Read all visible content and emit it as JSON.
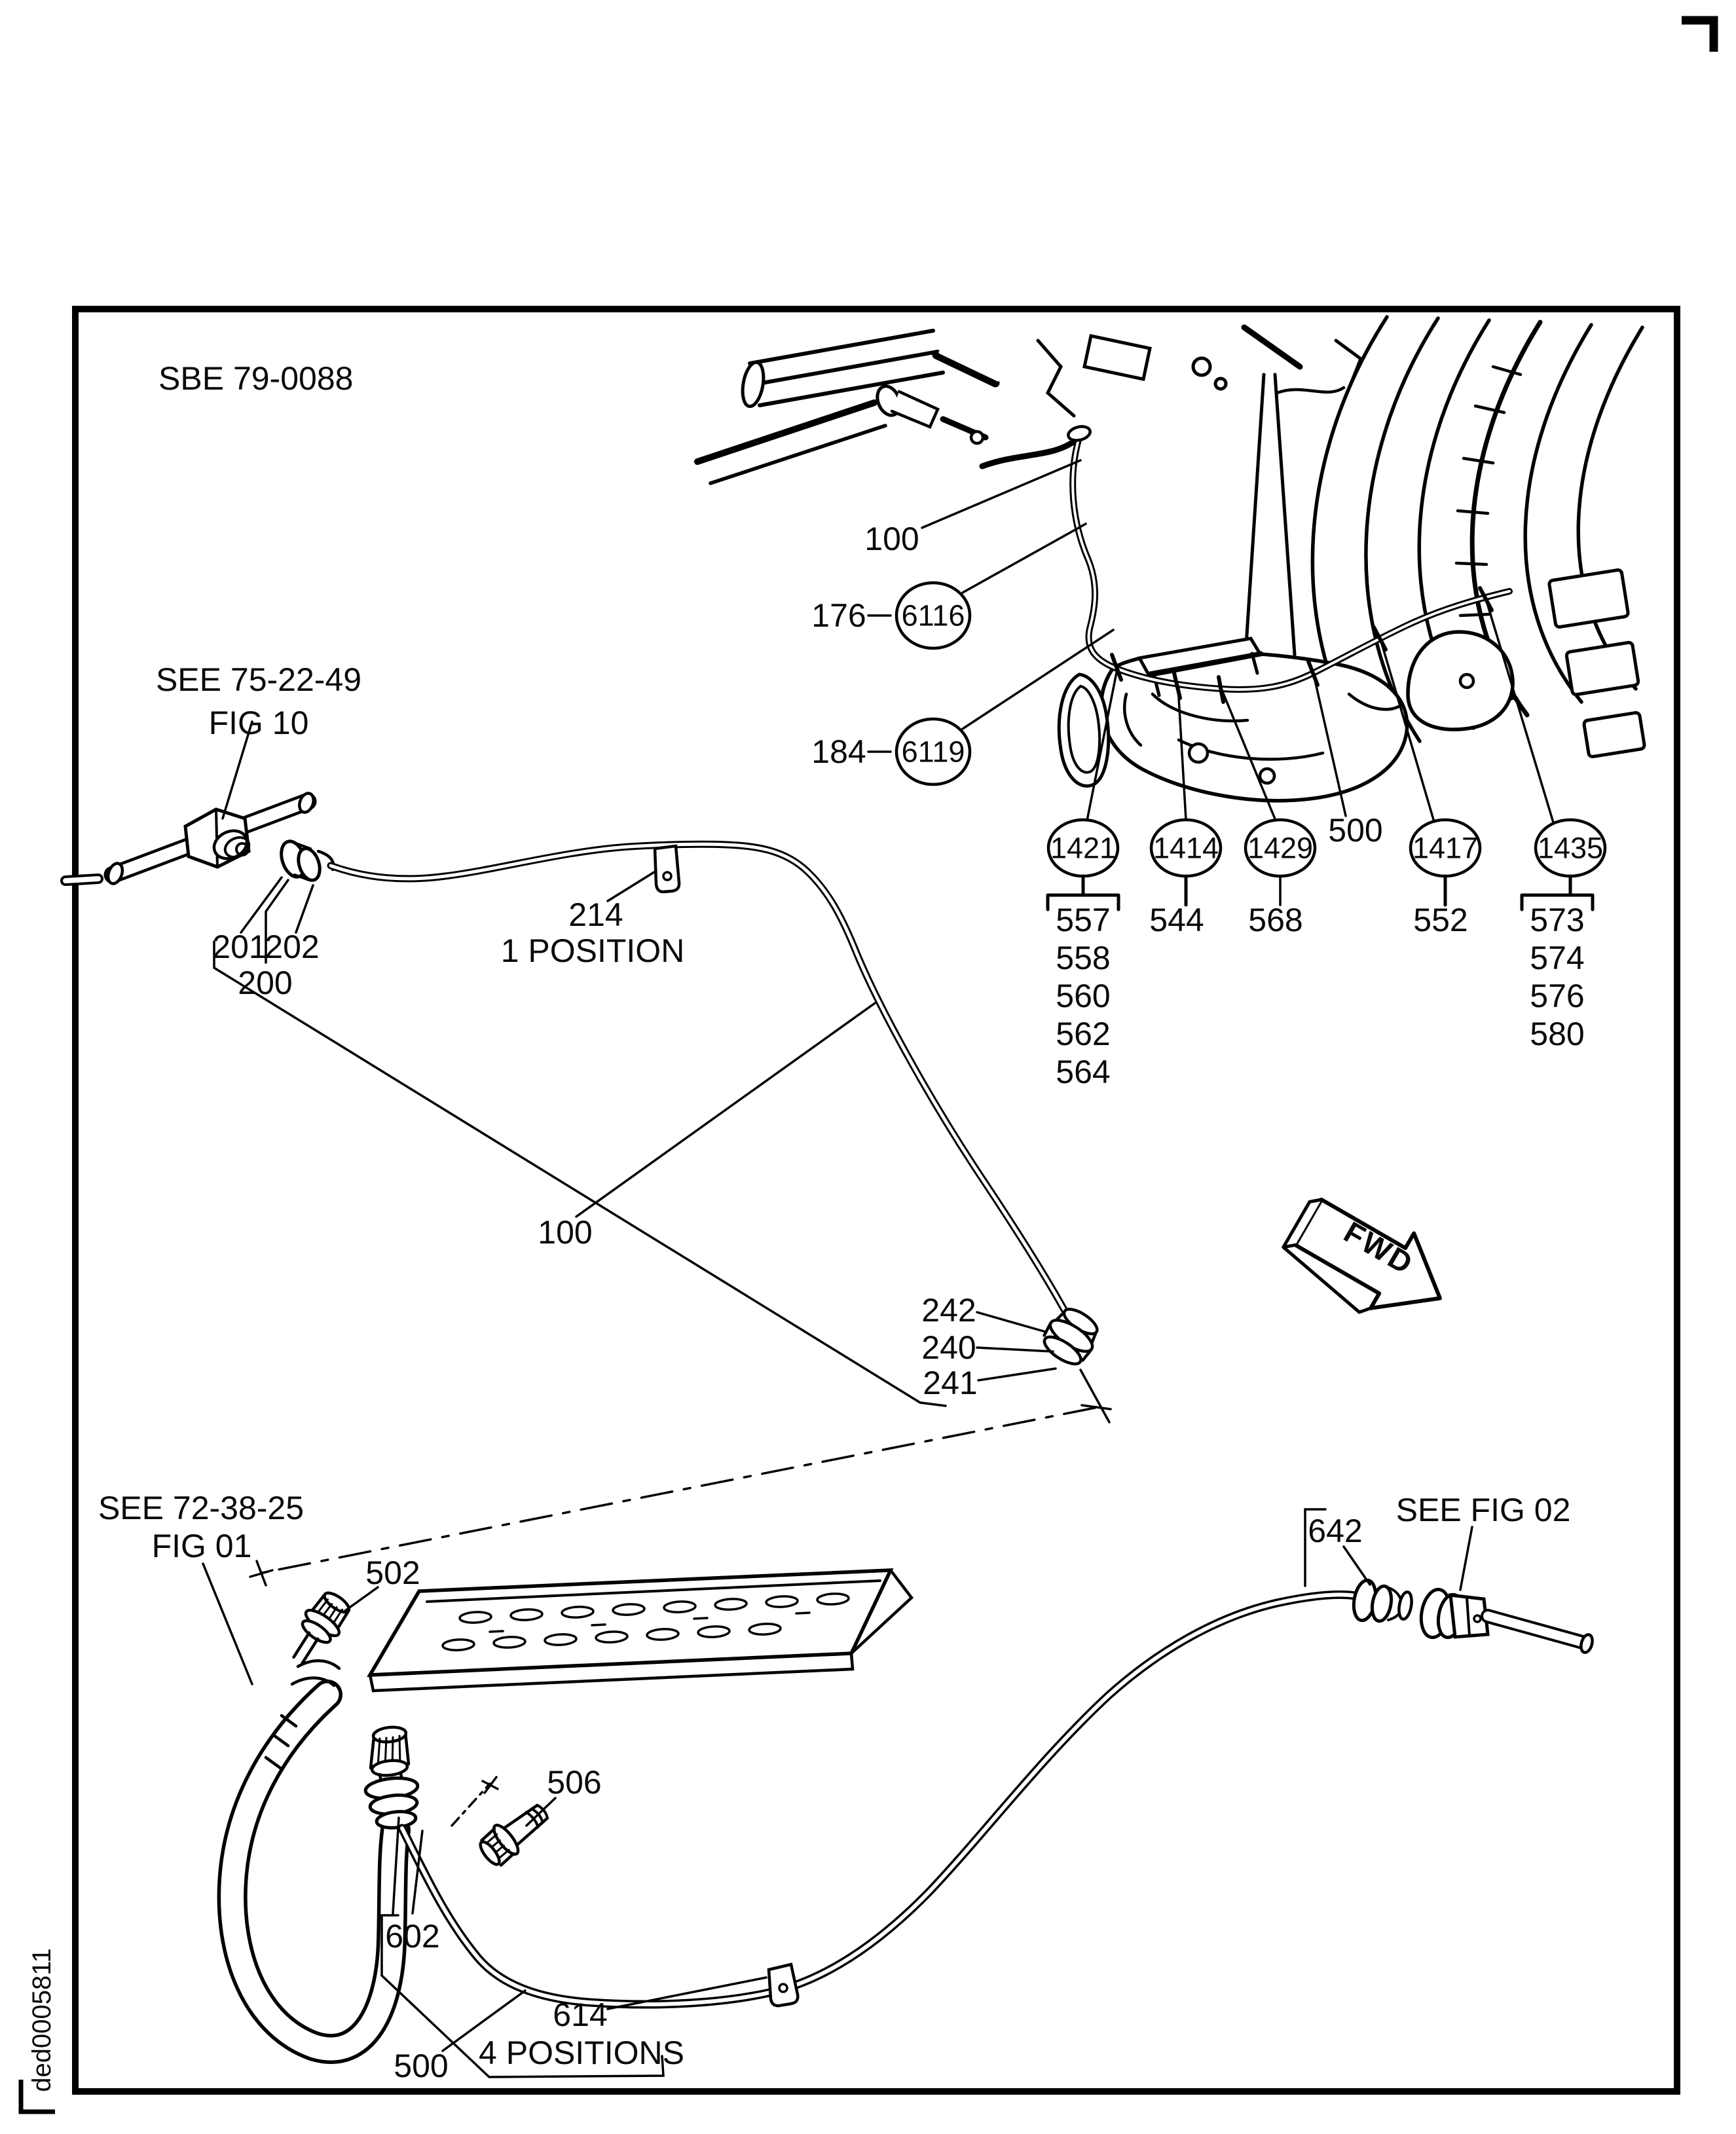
{
  "frame": {
    "drawing_code": "SBE 79-0088",
    "doc_code": "ded0005811"
  },
  "fwd_arrow": {
    "label": "FWD"
  },
  "refs": {
    "fig10": {
      "line1": "SEE 75-22-49",
      "line2": "FIG 10"
    },
    "fig01": {
      "line1": "SEE 72-38-25",
      "line2": "FIG 01"
    },
    "fig02": {
      "line1": "SEE FIG 02"
    }
  },
  "tube_upper": {
    "id_top": "100",
    "id_mid": "100",
    "fitting": {
      "i201": "201",
      "i202": "202",
      "i200": "200"
    },
    "clamp": {
      "id": "214",
      "note": "1 POSITION"
    },
    "end_fitting": {
      "i242": "242",
      "i240": "240",
      "i241": "241"
    }
  },
  "engine_callouts": {
    "i176": "176",
    "c6116": "6116",
    "i184": "184",
    "c6119": "6119",
    "harness_id": "500",
    "groups": [
      {
        "circle": "1421",
        "parts": [
          "557",
          "558",
          "560",
          "562",
          "564"
        ]
      },
      {
        "circle": "1414",
        "parts": [
          "544"
        ]
      },
      {
        "circle": "1429",
        "parts": [
          "568"
        ]
      },
      {
        "circle": "1417",
        "parts": [
          "552"
        ]
      },
      {
        "circle": "1435",
        "parts": [
          "573",
          "574",
          "576",
          "580"
        ]
      }
    ]
  },
  "tube_lower": {
    "id": "500",
    "note": "4 POSITIONS",
    "i502": "502",
    "i506": "506",
    "i602": "602",
    "i614": "614",
    "i642": "642"
  }
}
